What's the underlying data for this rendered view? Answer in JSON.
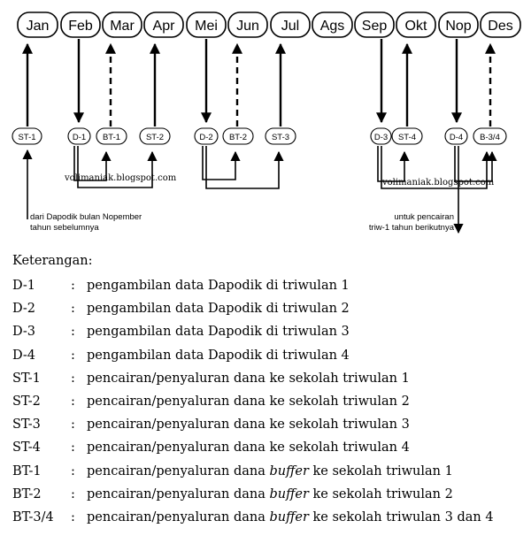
{
  "months": [
    "Jan",
    "Feb",
    "Mar",
    "Apr",
    "Mei",
    "Jun",
    "Jul",
    "Ags",
    "Sep",
    "Okt",
    "Nop",
    "Des"
  ],
  "nodes": {
    "st1": "ST-1",
    "d1": "D-1",
    "bt1": "BT-1",
    "st2": "ST-2",
    "d2": "D-2",
    "bt2": "BT-2",
    "st3": "ST-3",
    "d3": "D-3",
    "st4": "ST-4",
    "d4": "D-4",
    "bt34": "B-3/4"
  },
  "watermark": "volimaniak.blogspot.com",
  "notes": {
    "left_line1": "dari Dapodik bulan Nopember",
    "left_line2": "tahun sebelumnya",
    "right_line1": "untuk pencairan",
    "right_line2": "triw-1 tahun berikutnya"
  },
  "legend": {
    "title": "Keterangan:",
    "items": [
      {
        "code": "D-1",
        "colon": ":",
        "text": "pengambilan data Dapodik di triwulan 1"
      },
      {
        "code": "D-2",
        "colon": ":",
        "text": "pengambilan data Dapodik di triwulan 2"
      },
      {
        "code": "D-3",
        "colon": ":",
        "text": "pengambilan data Dapodik di triwulan 3"
      },
      {
        "code": "D-4",
        "colon": ":",
        "text": "pengambilan data Dapodik di triwulan 4"
      },
      {
        "code": "ST-1",
        "colon": ":",
        "text": "pencairan/penyaluran dana ke sekolah triwulan 1"
      },
      {
        "code": "ST-2",
        "colon": ":",
        "text": "pencairan/penyaluran dana ke sekolah triwulan 2"
      },
      {
        "code": "ST-3",
        "colon": ":",
        "text": "pencairan/penyaluran dana ke sekolah triwulan 3"
      },
      {
        "code": "ST-4",
        "colon": ":",
        "text": "pencairan/penyaluran dana ke sekolah triwulan 4"
      },
      {
        "code": "BT-1",
        "colon": ":",
        "pre": "pencairan/penyaluran dana ",
        "em": "buffer",
        "post": " ke sekolah triwulan 1"
      },
      {
        "code": "BT-2",
        "colon": ":",
        "pre": "pencairan/penyaluran dana ",
        "em": "buffer",
        "post": " ke sekolah triwulan 2"
      },
      {
        "code": "BT-3/4",
        "colon": ":",
        "pre": "pencairan/penyaluran dana ",
        "em": "buffer",
        "post": " ke sekolah triwulan 3 dan 4"
      }
    ]
  }
}
